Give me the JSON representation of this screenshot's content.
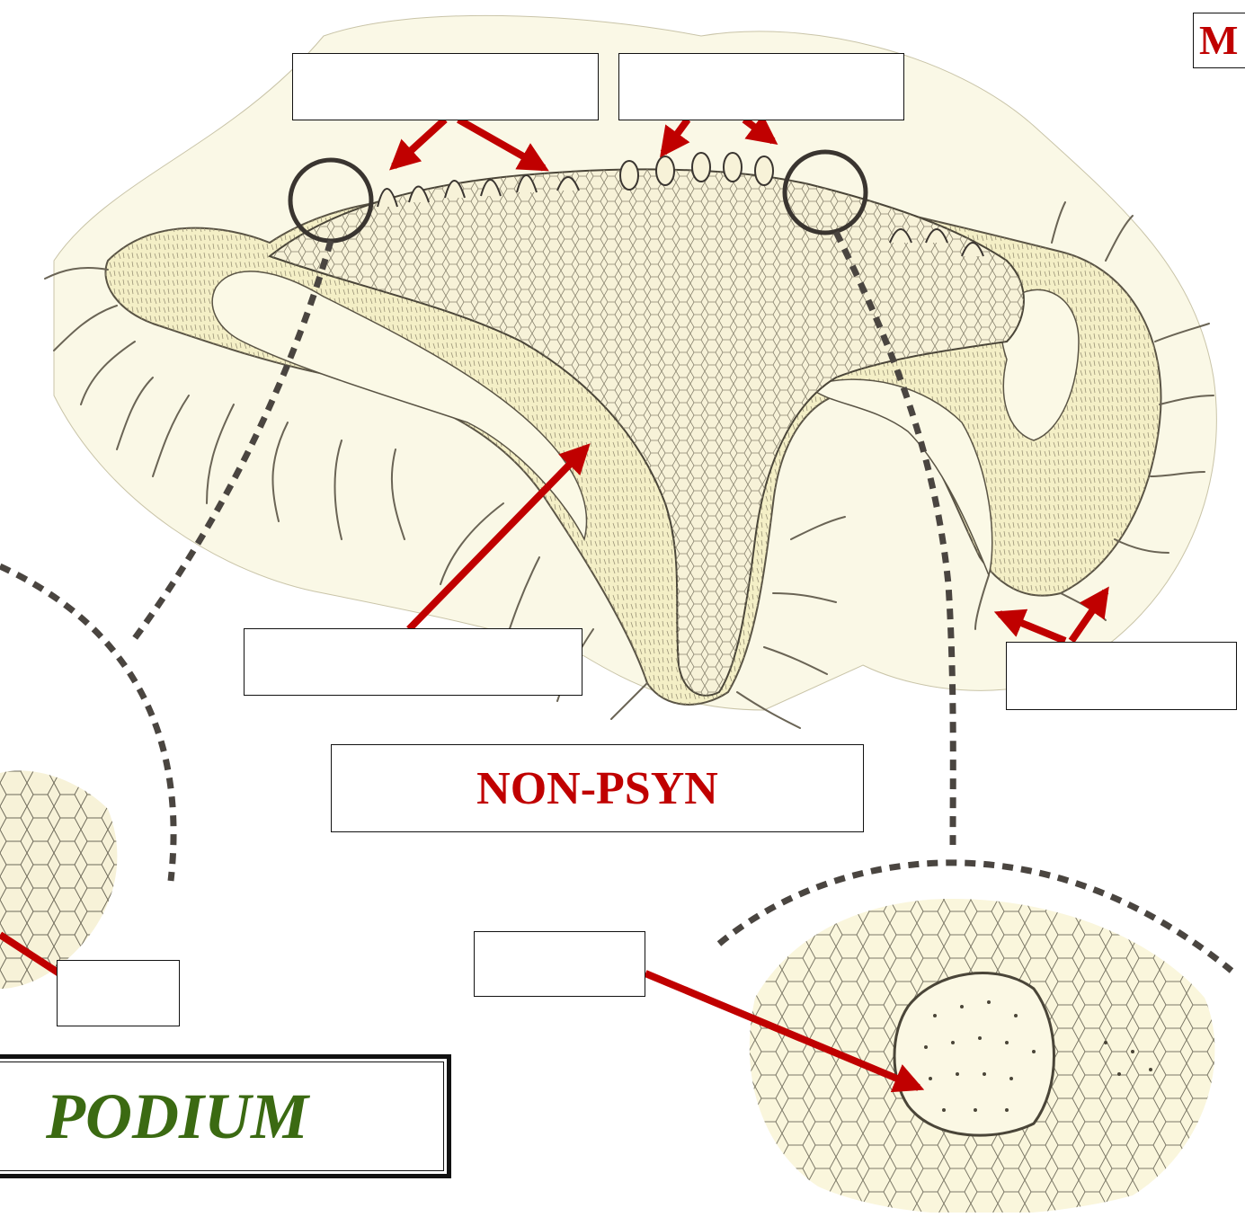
{
  "corner_label": "M",
  "title": "PODIUM",
  "labels": {
    "top_left": "",
    "top_right": "",
    "middle_left": "",
    "right": "",
    "center": "NON-PSYN",
    "bottom_left": "",
    "bottom_middle": ""
  },
  "colors": {
    "arrow": "#c00000",
    "tissue": "#f6f2cf",
    "outline": "#3a3530",
    "title": "#3b6a12"
  }
}
